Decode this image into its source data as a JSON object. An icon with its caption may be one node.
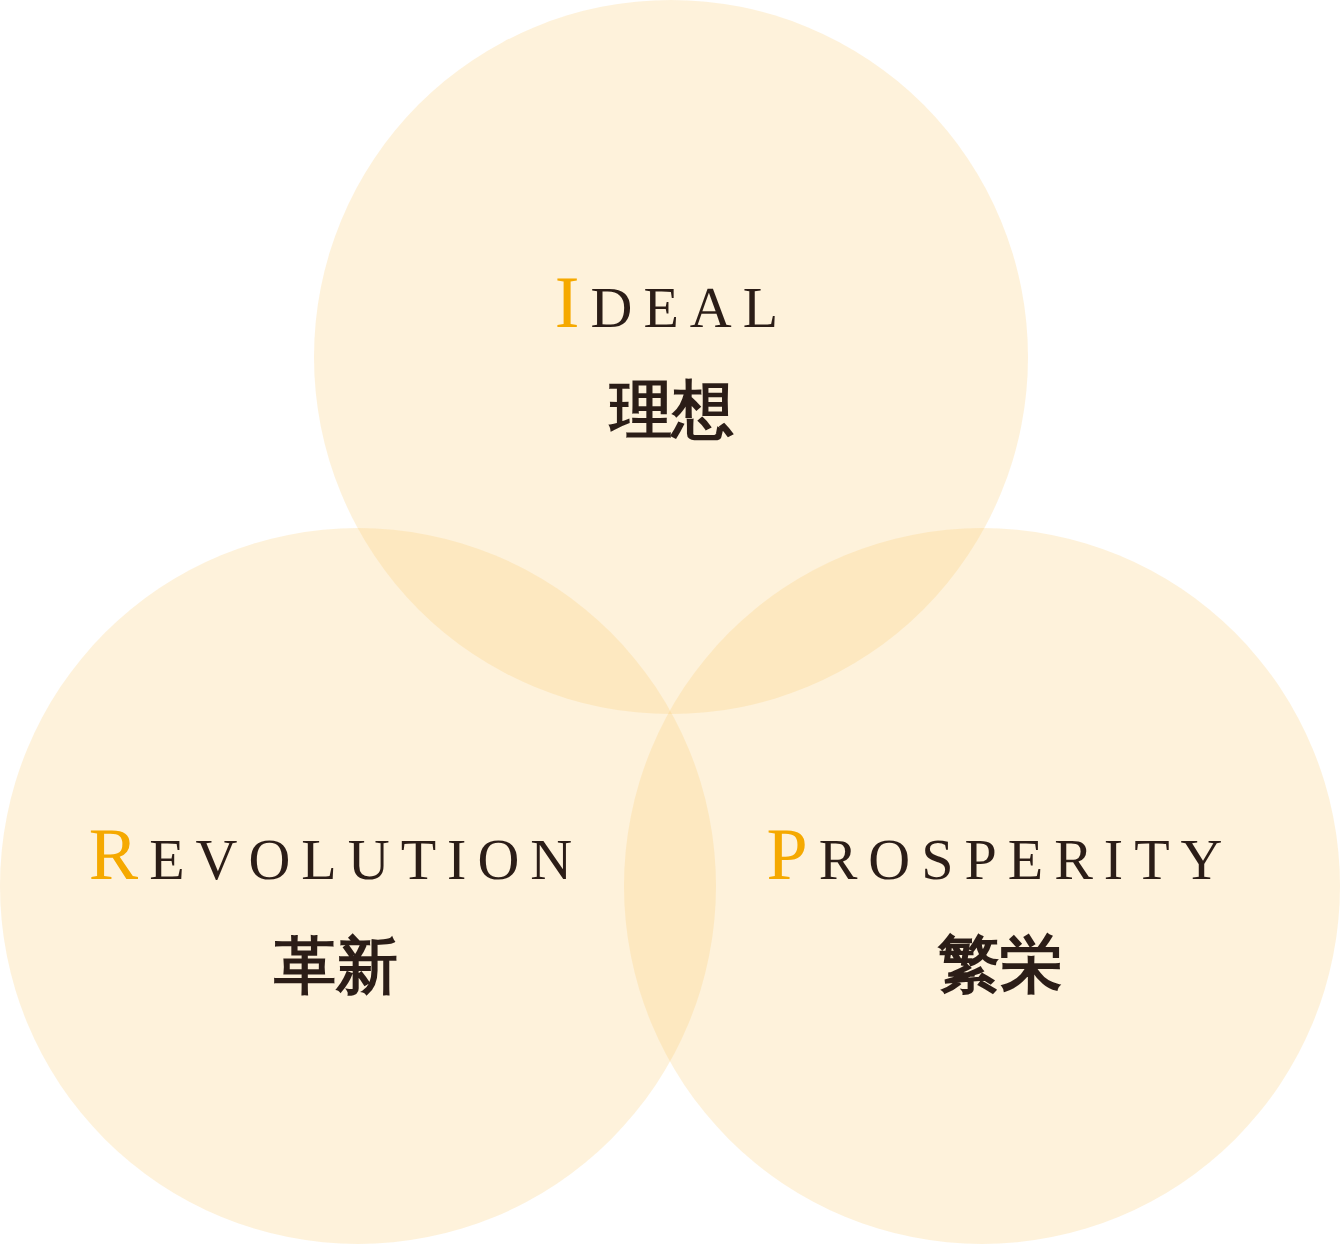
{
  "diagram": {
    "nodes": [
      {
        "text": [
          "IDEAL",
          "理想"
        ]
      },
      {
        "text": [
          "REVOLUTION",
          "革新"
        ]
      },
      {
        "text": [
          "PROSPERITY",
          "繁栄"
        ]
      }
    ]
  }
}
